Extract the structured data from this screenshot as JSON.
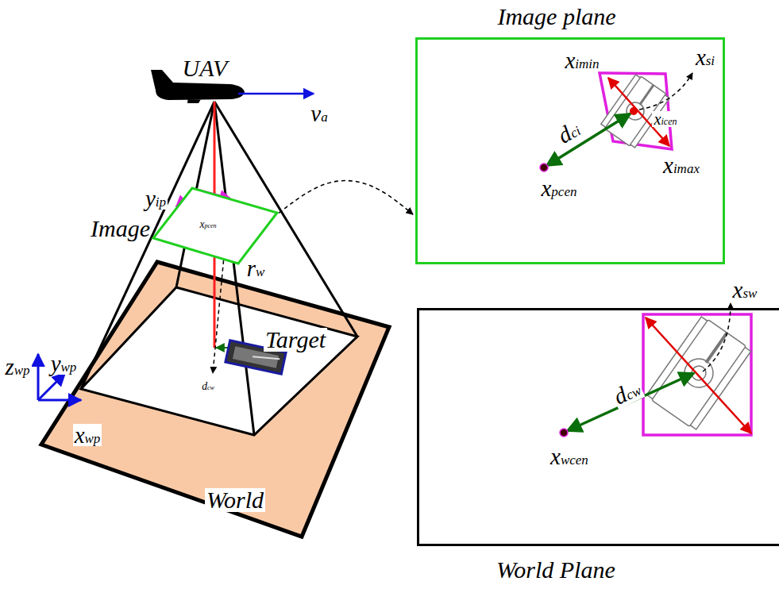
{
  "diagram": {
    "nodes": [
      {
        "text": [
          "Image"
        ]
      },
      {
        "text": [
          "Image plane"
        ]
      },
      {
        "text": [
          "World Plane"
        ]
      }
    ],
    "edges": [
      {
        "from": 0,
        "to": 1,
        "arrow": "to"
      }
    ],
    "labels": [
      "UAV",
      "va",
      "yip",
      "xpcen",
      "rw",
      "Target",
      "dcw",
      "zwp",
      "ywp",
      "xwp",
      "World",
      "ximin",
      "xsi",
      "xicen",
      "dci",
      "ximax",
      "xpcen",
      "xsw",
      "dcw",
      "xwcen"
    ]
  }
}
